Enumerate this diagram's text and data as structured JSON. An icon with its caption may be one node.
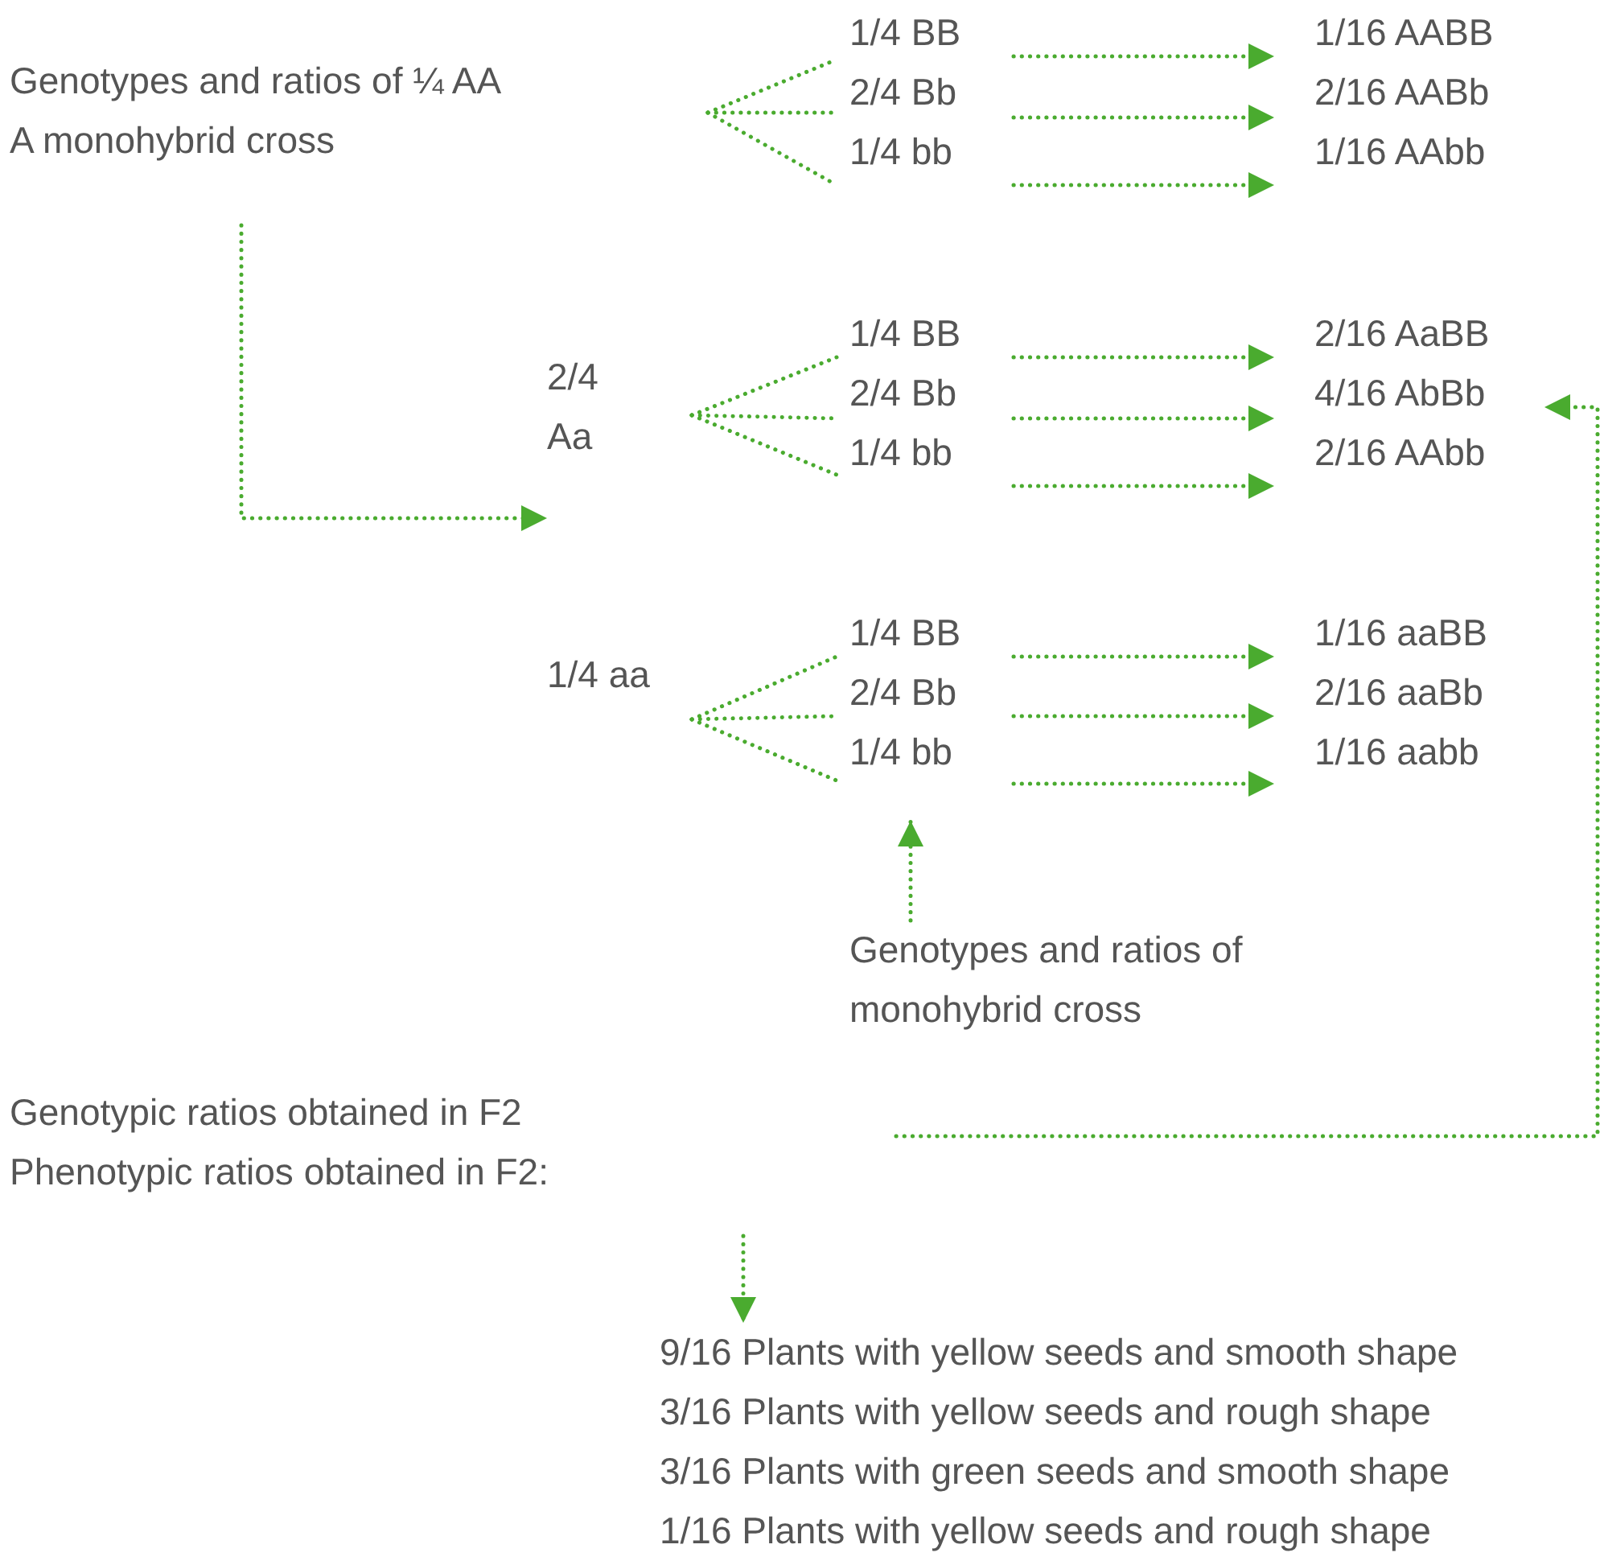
{
  "diagram": {
    "nodes": [
      {
        "text": [
          "Genotypes and ratios of ¼ AA",
          "A monohybrid cross"
        ]
      },
      {
        "text": [
          "1/4 BB"
        ]
      },
      {
        "text": [
          "2/4 Bb"
        ]
      },
      {
        "text": [
          "1/4 bb"
        ]
      },
      {
        "text": [
          "1/16 AABB"
        ]
      },
      {
        "text": [
          "2/16 AABb"
        ]
      },
      {
        "text": [
          "1/16 AAbb"
        ]
      },
      {
        "text": [
          "2/4 Aa"
        ]
      },
      {
        "text": [
          "1/4 BB"
        ]
      },
      {
        "text": [
          "2/4 Bb"
        ]
      },
      {
        "text": [
          "1/4 bb"
        ]
      },
      {
        "text": [
          "2/16 AaBB"
        ]
      },
      {
        "text": [
          "4/16 AbBb"
        ]
      },
      {
        "text": [
          "2/16 AAbb"
        ]
      },
      {
        "text": [
          "1/4 aa"
        ]
      },
      {
        "text": [
          "1/4 BB"
        ]
      },
      {
        "text": [
          "2/4 Bb"
        ]
      },
      {
        "text": [
          "1/4 bb"
        ]
      },
      {
        "text": [
          "1/16 aaBB"
        ]
      },
      {
        "text": [
          "2/16 aaBb"
        ]
      },
      {
        "text": [
          "1/16 aabb"
        ]
      },
      {
        "text": [
          "Genotypes and ratios of monohybrid cross"
        ]
      },
      {
        "text": [
          "Genotypic ratios obtained in F2"
        ]
      },
      {
        "text": [
          "Phenotypic ratios obtained in F2:"
        ]
      },
      {
        "text": [
          "9/16 Plants with yellow seeds and smooth shape",
          "3/16 Plants with yellow seeds and rough shape",
          "3/16 Plants with green seeds and smooth shape",
          "1/16 Plants with yellow seeds and rough shape"
        ]
      }
    ],
    "edges": [
      {
        "from": null,
        "to": 1,
        "arrow": "none"
      },
      {
        "from": null,
        "to": 2,
        "arrow": "none"
      },
      {
        "from": null,
        "to": 3,
        "arrow": "none"
      },
      {
        "from": 0,
        "to": 7,
        "arrow": "to"
      },
      {
        "from": 7,
        "to": 8,
        "arrow": "none"
      },
      {
        "from": 7,
        "to": 9,
        "arrow": "none"
      },
      {
        "from": 7,
        "to": 10,
        "arrow": "none"
      },
      {
        "from": 14,
        "to": 15,
        "arrow": "none"
      },
      {
        "from": 14,
        "to": 16,
        "arrow": "none"
      },
      {
        "from": 14,
        "to": 17,
        "arrow": "none"
      },
      {
        "from": 1,
        "to": 4,
        "arrow": "to"
      },
      {
        "from": 2,
        "to": 5,
        "arrow": "to"
      },
      {
        "from": 3,
        "to": 6,
        "arrow": "to"
      },
      {
        "from": 8,
        "to": 11,
        "arrow": "to"
      },
      {
        "from": 9,
        "to": 12,
        "arrow": "to"
      },
      {
        "from": 10,
        "to": 13,
        "arrow": "to"
      },
      {
        "from": 15,
        "to": 18,
        "arrow": "to"
      },
      {
        "from": 16,
        "to": 19,
        "arrow": "to"
      },
      {
        "from": 17,
        "to": 20,
        "arrow": "to"
      },
      {
        "from": 21,
        "to": 17,
        "arrow": "to"
      },
      {
        "from": null,
        "to": 12,
        "arrow": "to"
      },
      {
        "from": null,
        "to": 24,
        "arrow": "to"
      }
    ]
  }
}
